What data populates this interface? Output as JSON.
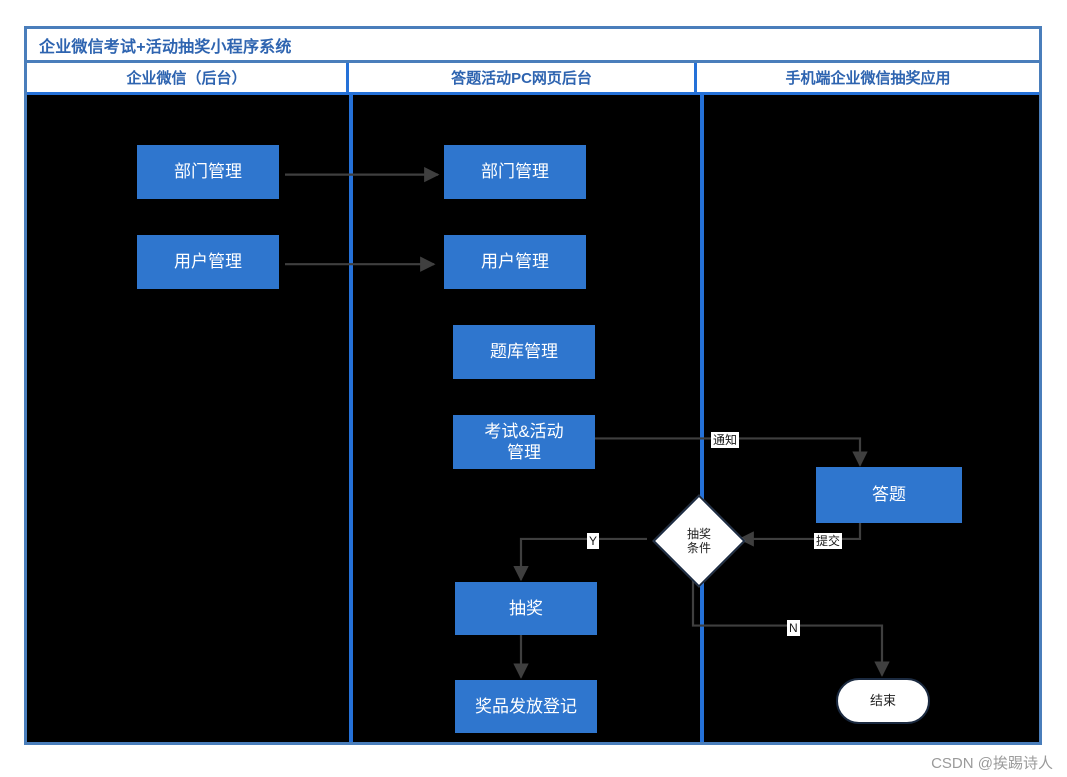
{
  "diagram": {
    "title": "企业微信考试+活动抽奖小程序系统",
    "watermark": "CSDN @挨踢诗人",
    "colors": {
      "frame_border": "#4a7ebb",
      "lane_divider": "#2571d8",
      "node_fill": "#2f76ce",
      "node_text": "#ffffff",
      "title_text": "#2e64b0",
      "canvas_background": "#000000",
      "connector": "#3f3f3f",
      "terminator_border": "#1b2a40"
    },
    "lanes": [
      {
        "id": "lane-qiyewechat",
        "label": "企业微信（后台）"
      },
      {
        "id": "lane-pc-backend",
        "label": "答题活动PC网页后台"
      },
      {
        "id": "lane-mobile-app",
        "label": "手机端企业微信抽奖应用"
      }
    ],
    "nodes": [
      {
        "id": "dept-mgmt-wechat",
        "label": "部门管理",
        "shape": "rect",
        "lane": 1
      },
      {
        "id": "user-mgmt-wechat",
        "label": "用户管理",
        "shape": "rect",
        "lane": 1
      },
      {
        "id": "dept-mgmt-pc",
        "label": "部门管理",
        "shape": "rect",
        "lane": 2
      },
      {
        "id": "user-mgmt-pc",
        "label": "用户管理",
        "shape": "rect",
        "lane": 2
      },
      {
        "id": "question-bank-mgmt",
        "label": "题库管理",
        "shape": "rect",
        "lane": 2
      },
      {
        "id": "exam-activity-mgmt",
        "label": "考试&活动\n管理",
        "shape": "rect",
        "lane": 2
      },
      {
        "id": "lottery",
        "label": "抽奖",
        "shape": "rect",
        "lane": 2
      },
      {
        "id": "prize-registration",
        "label": "奖品发放登记",
        "shape": "rect",
        "lane": 2
      },
      {
        "id": "answer-questions",
        "label": "答题",
        "shape": "rect",
        "lane": 3
      },
      {
        "id": "lottery-condition",
        "label": "抽奖\n条件",
        "shape": "diamond",
        "lane": 3
      },
      {
        "id": "end",
        "label": "结束",
        "shape": "terminator",
        "lane": 3
      }
    ],
    "edges": [
      {
        "from": "dept-mgmt-wechat",
        "to": "dept-mgmt-pc",
        "label": ""
      },
      {
        "from": "user-mgmt-wechat",
        "to": "user-mgmt-pc",
        "label": ""
      },
      {
        "from": "exam-activity-mgmt",
        "to": "answer-questions",
        "label": "通知"
      },
      {
        "from": "answer-questions",
        "to": "lottery-condition",
        "label": "提交"
      },
      {
        "from": "lottery-condition",
        "to": "lottery",
        "label": "Y"
      },
      {
        "from": "lottery-condition",
        "to": "end",
        "label": "N"
      },
      {
        "from": "lottery",
        "to": "prize-registration",
        "label": ""
      }
    ]
  }
}
